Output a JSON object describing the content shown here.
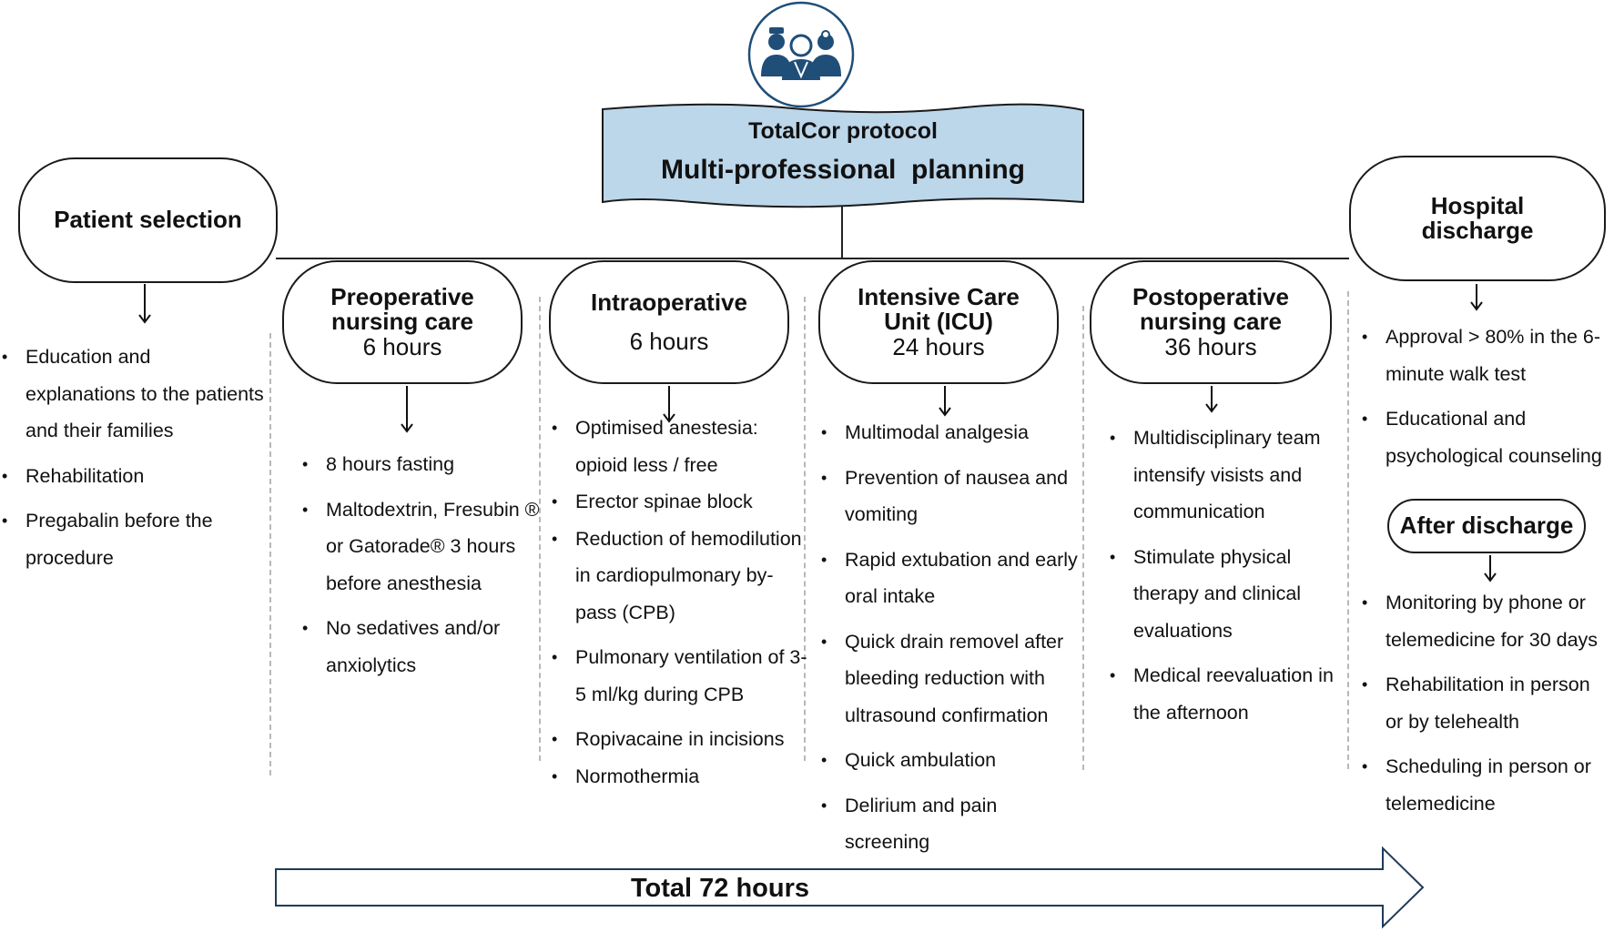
{
  "planning": {
    "line1": "TotalCor protocol",
    "line2": "Multi-professional  planning"
  },
  "team_icon": "medical-team-icon",
  "colors": {
    "planning_fill": "#bcd6ea",
    "icon_blue": "#1f4e79",
    "dash": "#b8b8b8"
  },
  "patient_selection": {
    "title": "Patient selection",
    "items": [
      "Education and explanations to the patients and their families",
      "Rehabilitation",
      "Pregabalin before the procedure"
    ]
  },
  "phases": [
    {
      "title": "Preoperative nursing care",
      "hours": "6 hours",
      "items": [
        "8 hours fasting",
        "Maltodextrin, Fresubin ® or Gatorade® 3 hours before anesthesia",
        "No sedatives and/or anxiolytics"
      ]
    },
    {
      "title": "Intraoperative",
      "hours": "6 hours",
      "items": [
        "Optimised anestesia: opioid less / free",
        "Erector spinae block",
        "Reduction of hemodilution in cardiopulmonary by-pass (CPB)",
        "Pulmonary ventilation of 3-5 ml/kg during CPB",
        "Ropivacaine in incisions",
        "Normothermia"
      ]
    },
    {
      "title": "Intensive Care Unit (ICU)",
      "hours": "24 hours",
      "items": [
        "Multimodal analgesia",
        "Prevention of nausea and vomiting",
        "Rapid extubation and early oral intake",
        "Quick drain removel after bleeding reduction with ultrasound confirmation",
        "Quick ambulation",
        "Delirium and pain screening"
      ]
    },
    {
      "title": "Postoperative nursing care",
      "hours": "36 hours",
      "items": [
        "Multidisciplinary team intensify visists and communication",
        "Stimulate physical therapy and clinical evaluations",
        "Medical reevaluation in the afternoon"
      ]
    }
  ],
  "discharge": {
    "title": "Hospital discharge",
    "items": [
      "Approval > 80% in the 6-minute walk test",
      "Educational and psychological counseling"
    ]
  },
  "after_discharge": {
    "title": "After discharge",
    "items": [
      "Monitoring by phone or telemedicine for 30 days",
      "Rehabilitation in person or by telehealth",
      "Scheduling in person or telemedicine"
    ]
  },
  "total": {
    "label": "Total 72 hours"
  }
}
